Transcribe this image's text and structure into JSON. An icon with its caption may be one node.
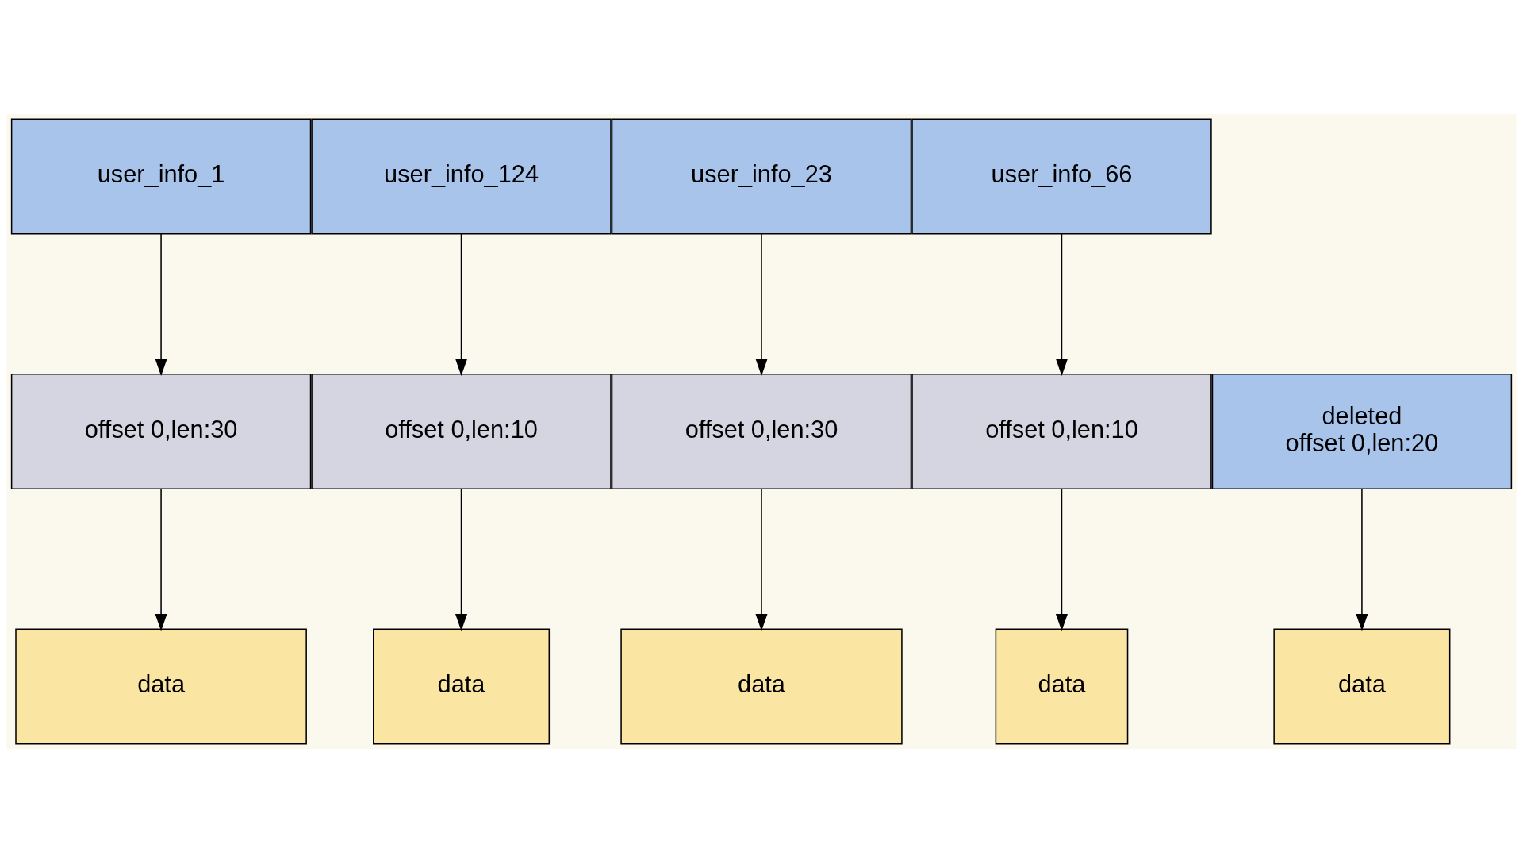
{
  "diagram": {
    "nodes": [
      {
        "text": [
          "user_info_1"
        ]
      },
      {
        "text": [
          "user_info_124"
        ]
      },
      {
        "text": [
          "user_info_23"
        ]
      },
      {
        "text": [
          "user_info_66"
        ]
      },
      {
        "text": [
          "offset 0,len:30"
        ]
      },
      {
        "text": [
          "offset 0,len:10"
        ]
      },
      {
        "text": [
          "offset 0,len:30"
        ]
      },
      {
        "text": [
          "offset 0,len:10"
        ]
      },
      {
        "text": [
          "deleted",
          "offset 0,len:20"
        ]
      },
      {
        "text": [
          "data"
        ]
      },
      {
        "text": [
          "data"
        ]
      },
      {
        "text": [
          "data"
        ]
      },
      {
        "text": [
          "data"
        ]
      },
      {
        "text": [
          "data"
        ]
      }
    ],
    "edges": [
      {
        "from": 0,
        "to": 4,
        "arrow": "to"
      },
      {
        "from": 1,
        "to": 5,
        "arrow": "to"
      },
      {
        "from": 2,
        "to": 6,
        "arrow": "to"
      },
      {
        "from": 3,
        "to": 7,
        "arrow": "to"
      },
      {
        "from": 4,
        "to": 9,
        "arrow": "to"
      },
      {
        "from": 5,
        "to": 10,
        "arrow": "to"
      },
      {
        "from": 6,
        "to": 11,
        "arrow": "to"
      },
      {
        "from": 7,
        "to": 12,
        "arrow": "to"
      },
      {
        "from": 8,
        "to": 13,
        "arrow": "to"
      }
    ]
  }
}
